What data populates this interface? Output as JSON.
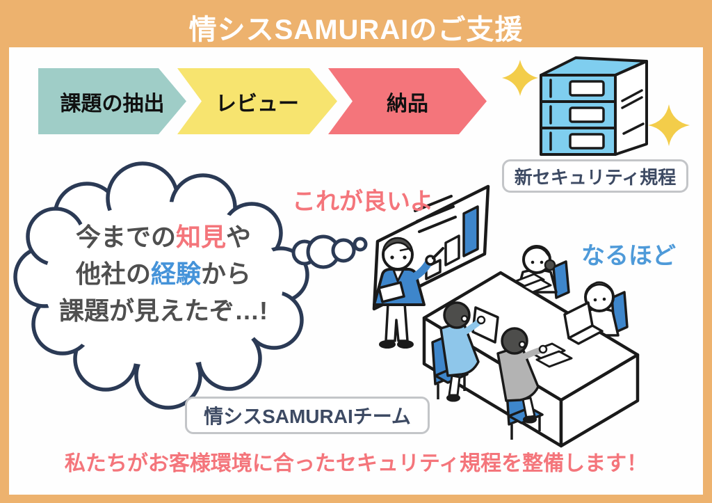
{
  "header": {
    "title": "情シスSAMURAIのご支援",
    "bg_color": "#EDB26E",
    "text_color": "#FFFFFF"
  },
  "process": {
    "steps": [
      {
        "label": "課題の抽出",
        "color": "#9FCDC7"
      },
      {
        "label": "レビュー",
        "color": "#F7E46F"
      },
      {
        "label": "納品",
        "color": "#F4757B"
      }
    ]
  },
  "new_regulation_label": "新セキュリティ規程",
  "thought_bubble": {
    "line1": {
      "pre": "今までの",
      "accent": "知見",
      "post": "や",
      "accent_color": "#F4757B"
    },
    "line2": {
      "pre": "他社の",
      "accent": "経験",
      "post": "から",
      "accent_color": "#4593D9"
    },
    "line3": "課題が見えたぞ…!"
  },
  "callouts": {
    "presenter": {
      "text": "これが良いよ",
      "color": "#F4757B"
    },
    "audience": {
      "text": "なるほど",
      "color": "#4E9AD9"
    }
  },
  "team_label": "情シスSAMURAIチーム",
  "slogan": {
    "text": "私たちがお客様環境に合ったセキュリティ規程を整備します！",
    "color": "#F4757B"
  },
  "icons": {
    "sparkle": "four-point star ✦",
    "cabinet": "isometric 3-drawer cabinet (new security regulations)",
    "thought-cloud": "cloud-shaped thought bubble",
    "meeting-scene": "presenter at whiteboard with bar chart + 4 people at table"
  },
  "scene_colors": {
    "outline": "#1A1A1A",
    "cloud_stroke": "#2B3A55",
    "cabinet_blue": "#7FCEEF",
    "chair_blue": "#3E86CB",
    "light_shirt_blue": "#8EC6EA",
    "gray_shirt": "#B3B3B3",
    "hair_gray": "#4D4D4B",
    "sparkle_yellow": "#F3CD4A"
  }
}
